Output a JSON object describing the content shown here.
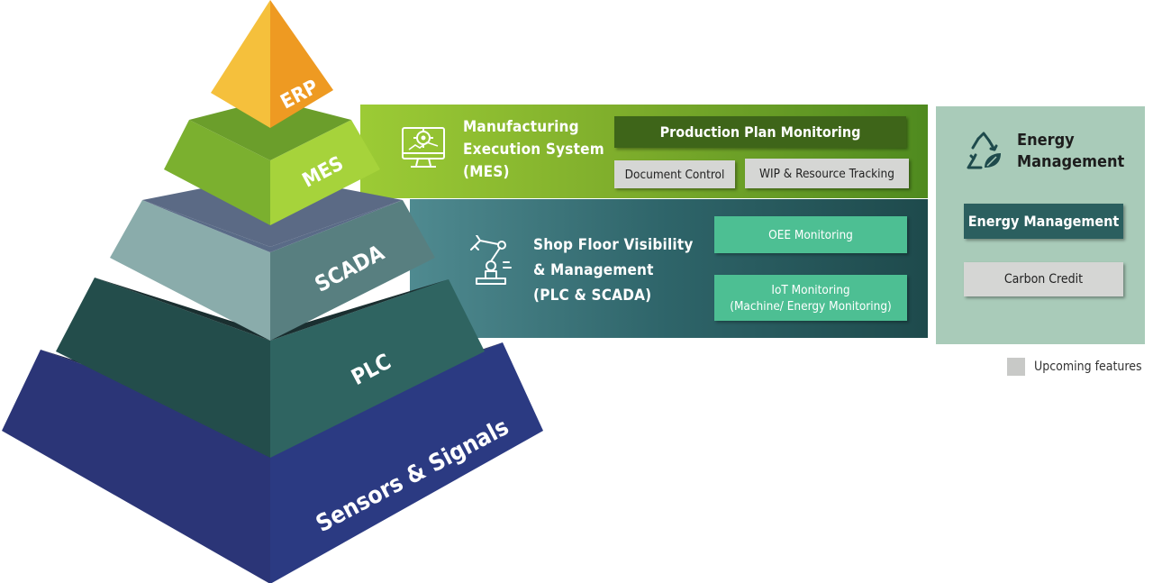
{
  "pyramid": {
    "layers": [
      {
        "label": "ERP"
      },
      {
        "label": "MES"
      },
      {
        "label": "SCADA"
      },
      {
        "label": "PLC"
      },
      {
        "label": "Sensors & Signals"
      }
    ]
  },
  "mes_section": {
    "title": "Manufacturing\nExecution System\n(MES)",
    "icon": "monitor-gear-icon",
    "features": [
      {
        "label": "Production Plan Monitoring",
        "status": "available"
      },
      {
        "label": "Document Control",
        "status": "upcoming"
      },
      {
        "label": "WIP & Resource Tracking",
        "status": "upcoming"
      }
    ]
  },
  "scada_section": {
    "title": "Shop Floor Visibility\n& Management\n(PLC & SCADA)",
    "icon": "robot-arm-icon",
    "features": [
      {
        "label": "OEE Monitoring",
        "status": "available"
      },
      {
        "label": "IoT Monitoring\n(Machine/ Energy Monitoring)",
        "status": "available"
      }
    ]
  },
  "energy_section": {
    "title": "Energy\nManagement",
    "icon": "recycle-leaf-icon",
    "features": [
      {
        "label": "Energy Management",
        "status": "available"
      },
      {
        "label": "Carbon Credit",
        "status": "upcoming"
      }
    ]
  },
  "legend": {
    "label": "Upcoming features"
  },
  "colors": {
    "erp_left": "#f5c03c",
    "erp_right": "#ee9a22",
    "mes_green": "#9ccb35",
    "scada_slate": "#5a6b87",
    "plc_teal": "#2b5f5a",
    "sensors_navy": "#283372",
    "upcoming_grey": "#c8c9c7"
  }
}
